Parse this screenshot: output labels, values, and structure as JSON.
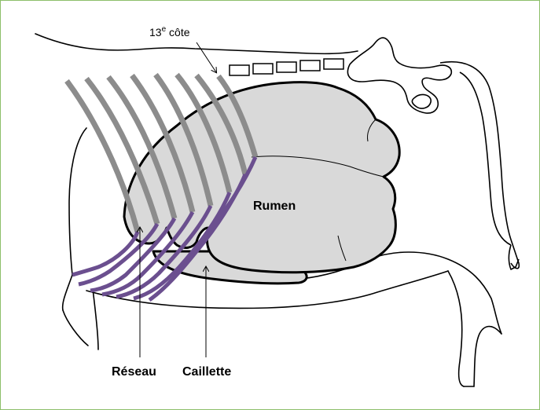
{
  "diagram": {
    "labels": {
      "rib_number": "13",
      "rib_superscript": "e",
      "rib_word": " côte",
      "rumen": "Rumen",
      "reseau": "Réseau",
      "caillette": "Caillette"
    },
    "colors": {
      "outline": "#000000",
      "stomach_fill": "#d9d9d9",
      "rib_gray": "#8c8c8c",
      "rib_purple": "#6b4f8f",
      "frame_border": "#8cbf6a"
    }
  }
}
